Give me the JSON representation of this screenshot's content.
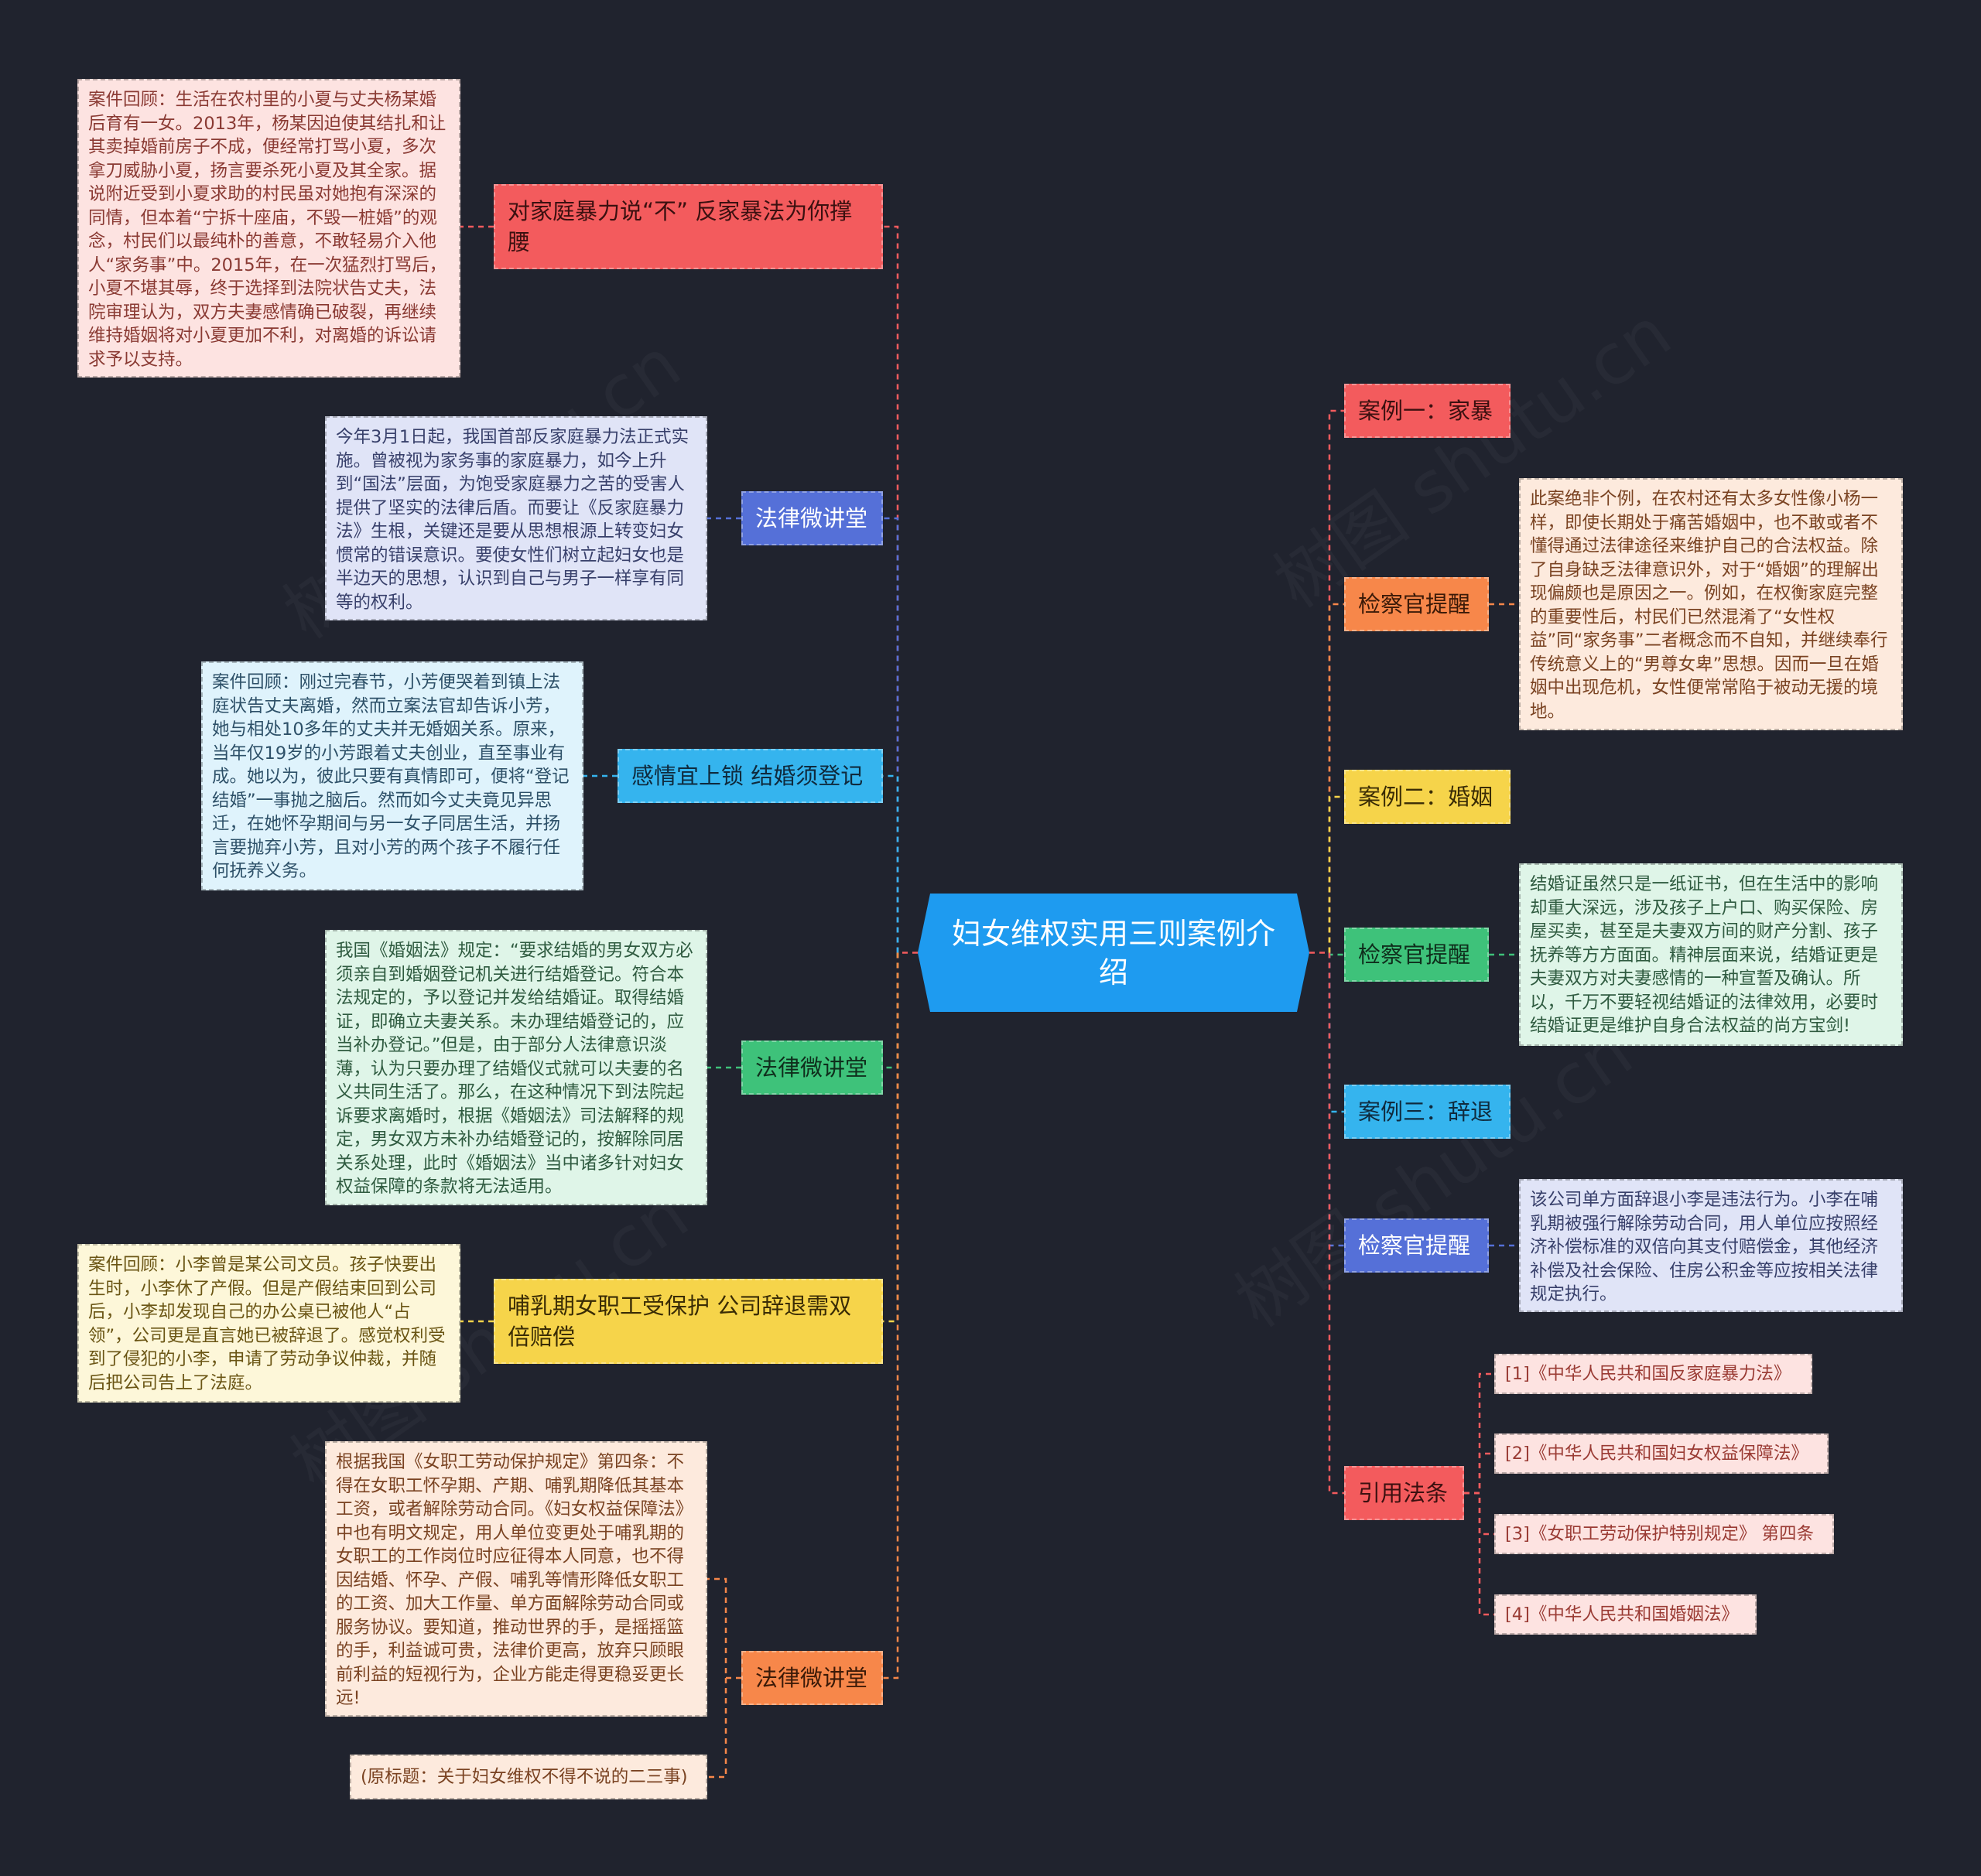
{
  "center": "妇女维权实用三则案例介绍",
  "left": [
    {
      "label": "对家庭暴力说“不” 反家暴法为你撑腰",
      "color": "#f35b5d",
      "note": "案件回顾：生活在农村里的小夏与丈夫杨某婚后育有一女。2013年，杨某因迫使其结扎和让其卖掉婚前房子不成，便经常打骂小夏，多次拿刀威胁小夏，扬言要杀死小夏及其全家。据说附近受到小夏求助的村民虽对她抱有深深的同情，但本着“宁拆十座庙，不毁一桩婚”的观念，村民们以最纯朴的善意，不敢轻易介入他人“家务事”中。2015年，在一次猛烈打骂后，小夏不堪其辱，终于选择到法院状告丈夫，法院审理认为，双方夫妻感情确已破裂，再继续维持婚姻将对小夏更加不利，对离婚的诉讼请求予以支持。"
    },
    {
      "label": "法律微讲堂",
      "color": "#5570d8",
      "note": "今年3月1日起，我国首部反家庭暴力法正式实施。曾被视为家务事的家庭暴力，如今上升到“国法”层面，为饱受家庭暴力之苦的受害人提供了坚实的法律后盾。而要让《反家庭暴力法》生根，关键还是要从思想根源上转变妇女惯常的错误意识。要使女性们树立起妇女也是半边天的思想，认识到自己与男子一样享有同等的权利。"
    },
    {
      "label": "感情宜上锁 结婚须登记",
      "color": "#35b4ee",
      "note": "案件回顾：刚过完春节，小芳便哭着到镇上法庭状告丈夫离婚，然而立案法官却告诉小芳，她与相处10多年的丈夫并无婚姻关系。原来，当年仅19岁的小芳跟着丈夫创业，直至事业有成。她以为，彼此只要有真情即可，便将“登记结婚”一事抛之脑后。然而如今丈夫竟见异思迁，在她怀孕期间与另一女子同居生活，并扬言要抛弃小芳，且对小芳的两个孩子不履行任何抚养义务。"
    },
    {
      "label": "法律微讲堂",
      "color": "#3ec27a",
      "note": "我国《婚姻法》规定：“要求结婚的男女双方必须亲自到婚姻登记机关进行结婚登记。符合本法规定的，予以登记并发给结婚证。取得结婚证，即确立夫妻关系。未办理结婚登记的，应当补办登记。”但是，由于部分人法律意识淡薄，认为只要办理了结婚仪式就可以夫妻的名义共同生活了。那么，在这种情况下到法院起诉要求离婚时，根据《婚姻法》司法解释的规定，男女双方未补办结婚登记的，按解除同居关系处理，此时《婚姻法》当中诸多针对妇女权益保障的条款将无法适用。"
    },
    {
      "label": "哺乳期女职工受保护 公司辞退需双倍赔偿",
      "color": "#f6d44a",
      "note": "案件回顾：小李曾是某公司文员。孩子快要出生时，小李休了产假。但是产假结束回到公司后，小李却发现自己的办公桌已被他人“占领”，公司更是直言她已被辞退了。感觉权利受到了侵犯的小李，申请了劳动争议仲裁，并随后把公司告上了法庭。"
    },
    {
      "label": "法律微讲堂",
      "color": "#f7874a",
      "note": "根据我国《女职工劳动保护规定》第四条：不得在女职工怀孕期、产期、哺乳期降低其基本工资，或者解除劳动合同。《妇女权益保障法》中也有明文规定，用人单位变更处于哺乳期的女职工的工作岗位时应征得本人同意，也不得因结婚、怀孕、产假、哺乳等情形降低女职工的工资、加大工作量、单方面解除劳动合同或服务协议。要知道，推动世界的手，是摇摇篮的手，利益诚可贵，法律价更高，放弃只顾眼前利益的短视行为，企业方能走得更稳妥更长远!",
      "extra": "(原标题：关于妇女维权不得不说的二三事)"
    }
  ],
  "right": [
    {
      "label": "案例一：家暴",
      "color": "#f35b5d"
    },
    {
      "label": "检察官提醒",
      "color": "#f7874a",
      "note": "此案绝非个例，在农村还有太多女性像小杨一样，即使长期处于痛苦婚姻中，也不敢或者不懂得通过法律途径来维护自己的合法权益。除了自身缺乏法律意识外，对于“婚姻”的理解出现偏颇也是原因之一。例如，在权衡家庭完整的重要性后，村民们已然混淆了“女性权益”同“家务事”二者概念而不自知，并继续奉行传统意义上的“男尊女卑”思想。因而一旦在婚姻中出现危机，女性便常常陷于被动无援的境地。"
    },
    {
      "label": "案例二：婚姻",
      "color": "#f6d44a"
    },
    {
      "label": "检察官提醒",
      "color": "#3ec27a",
      "note": "结婚证虽然只是一纸证书，但在生活中的影响却重大深远，涉及孩子上户口、购买保险、房屋买卖，甚至是夫妻双方间的财产分割、孩子抚养等方方面面。精神层面来说，结婚证更是夫妻双方对夫妻感情的一种宣誓及确认。所以，千万不要轻视结婚证的法律效用，必要时结婚证更是维护自身合法权益的尚方宝剑!"
    },
    {
      "label": "案例三：辞退",
      "color": "#35b4ee"
    },
    {
      "label": "检察官提醒",
      "color": "#5570d8",
      "note": "该公司单方面辞退小李是违法行为。小李在哺乳期被强行解除劳动合同，用人单位应按照经济补偿标准的双倍向其支付赔偿金，其他经济补偿及社会保险、住房公积金等应按相关法律规定执行。"
    },
    {
      "label": "引用法条",
      "color": "#f35b5d",
      "refs": [
        "[1]《中华人民共和国反家庭暴力法》",
        "[2]《中华人民共和国妇女权益保障法》",
        "[3]《女职工劳动保护特别规定》 第四条",
        "[4]《中华人民共和国婚姻法》"
      ]
    }
  ]
}
